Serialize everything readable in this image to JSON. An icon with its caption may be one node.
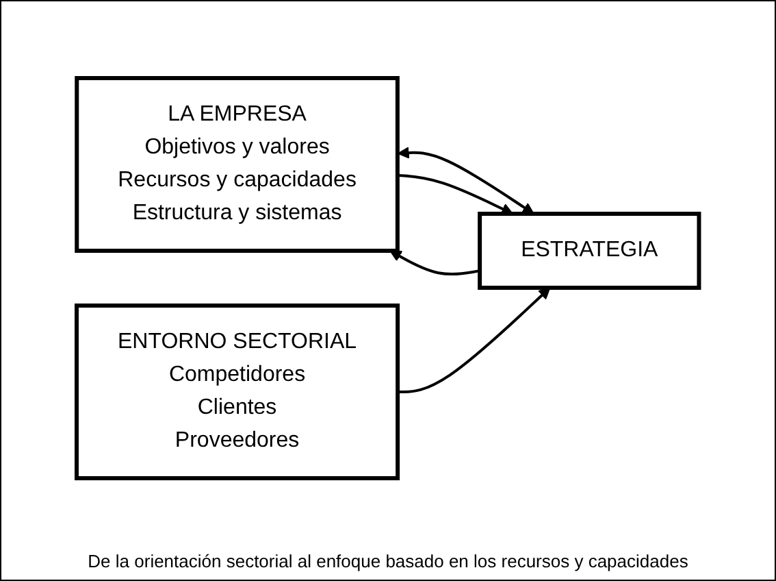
{
  "diagram": {
    "caption": "De la orientación sectorial al enfoque basado en los recursos y capacidades",
    "nodes": [
      {
        "text": [
          "LA EMPRESA",
          "Objetivos y valores",
          "Recursos y capacidades",
          "Estructura y sistemas"
        ]
      },
      {
        "text": [
          "ESTRATEGIA"
        ]
      },
      {
        "text": [
          "ENTORNO SECTORIAL",
          "Competidores",
          "Clientes",
          "Proveedores"
        ]
      }
    ],
    "edges": [
      {
        "from": 0,
        "to": 1,
        "arrow": "both"
      },
      {
        "from": 0,
        "to": 1,
        "arrow": "to"
      },
      {
        "from": 1,
        "to": 0,
        "arrow": "to"
      },
      {
        "from": 2,
        "to": 1,
        "arrow": "to"
      }
    ]
  }
}
